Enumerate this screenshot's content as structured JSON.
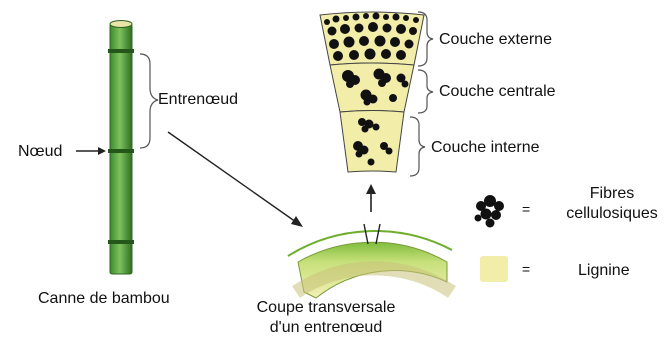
{
  "labels": {
    "internode": "Entrenœud",
    "node": "Nœud",
    "cane": "Canne de bambou",
    "section_line1": "Coupe transversale",
    "section_line2": "d'un entrenœud",
    "outer_layer": "Couche externe",
    "middle_layer": "Couche centrale",
    "inner_layer": "Couche interne",
    "fibers_line1": "Fibres",
    "fibers_line2": "cellulosiques",
    "lignin": "Lignine",
    "equals": "="
  },
  "colors": {
    "bamboo_green": "#4f9a3c",
    "bamboo_dark": "#2f6e22",
    "lignin_yellow": "#f2eeaa",
    "ring_green": "#8cc44a",
    "fiber_black": "#111111",
    "line_dark": "#333333"
  },
  "icons": {
    "fiber_swatch": "fiber-cluster-icon",
    "lignin_swatch": "lignin-square-icon"
  }
}
